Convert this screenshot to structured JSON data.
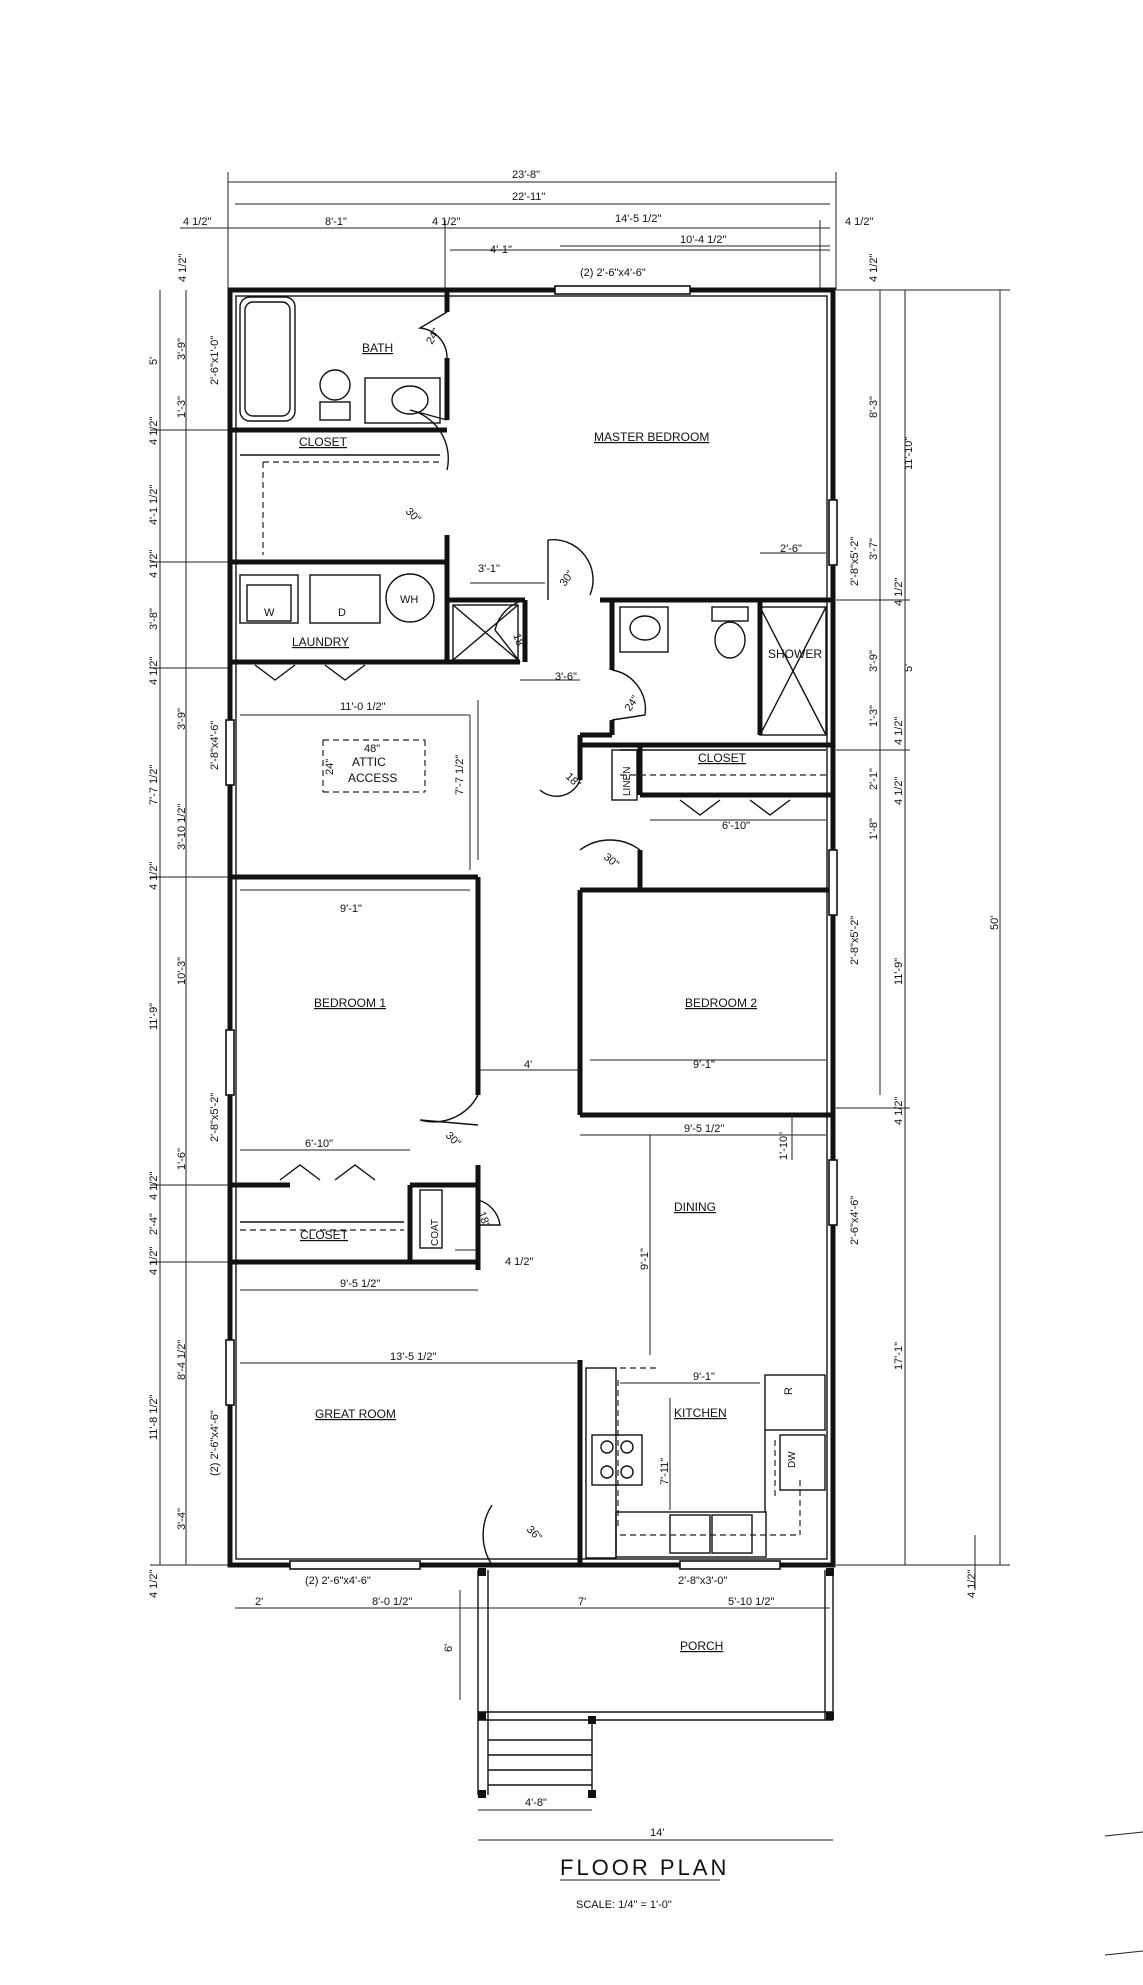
{
  "title": "FLOOR PLAN",
  "scale": "SCALE: 1/4\" = 1'-0\"",
  "rooms": {
    "bath": "BATH",
    "closet_top": "CLOSET",
    "master": "MASTER BEDROOM",
    "laundry": "LAUNDRY",
    "washer": "W",
    "dryer": "D",
    "water_heater": "WH",
    "shower": "SHOWER",
    "closet_mid": "CLOSET",
    "linen": "LINEN",
    "attic1": "ATTIC",
    "attic2": "ACCESS",
    "bedroom1": "BEDROOM 1",
    "bedroom2": "BEDROOM 2",
    "closet_low": "CLOSET",
    "coat": "COAT",
    "dining": "DINING",
    "kitchen": "KITCHEN",
    "great_room": "GREAT ROOM",
    "porch": "PORCH",
    "refrigerator": "R",
    "dishwasher": "DW"
  },
  "dims": {
    "d1": "23'-8\"",
    "d2": "22'-11\"",
    "d3": "4 1/2\"",
    "d4": "8'-1\"",
    "d5": "4 1/2\"",
    "d6": "14'-5 1/2\"",
    "d7": "4 1/2\"",
    "d8": "4'-1\"",
    "d9": "10'-4 1/2\"",
    "d10": "(2) 2'-6\"x4'-6\"",
    "d11": "4 1/2\"",
    "d12": "4 1/2\"",
    "d13": "5'",
    "d14": "3'-9\"",
    "d15": "2'-6\"x1'-0\"",
    "d16": "1'-3\"",
    "d17": "24\"",
    "d18": "4 1/2\"",
    "d19": "4'-1 1/2\"",
    "d20": "30\"",
    "d21": "4 1/2\"",
    "d22": "3'-8\"",
    "d23": "3'-1\"",
    "d24": "30\"",
    "d25": "18\"",
    "d26": "2'-6\"",
    "d27": "8'-3\"",
    "d28": "11'-10\"",
    "d29": "3'-7\"",
    "d30": "2'-8\"x5'-2\"",
    "d31": "4 1/2\"",
    "d32": "3'-9\"",
    "d33": "5'",
    "d34": "1'-3\"",
    "d35": "4 1/2\"",
    "d36": "3'-6\"",
    "d37": "24\"",
    "d38": "4 1/2\"",
    "d39": "11'-0 1/2\"",
    "d40": "3'-9\"",
    "d41": "2'-8\"x4'-6\"",
    "d42": "7'-7 1/2\"",
    "d43": "3'-10 1/2\"",
    "d44": "48\"",
    "d45": "24\"",
    "d46": "7'-7 1/2\"",
    "d47": "18\"",
    "d48": "2'-1\"",
    "d49": "4 1/2\"",
    "d50": "6'-10\"",
    "d51": "1'-8\"",
    "d52": "30\"",
    "d53": "4 1/2\"",
    "d54": "9'-1\"",
    "d55": "10'-3\"",
    "d56": "11'-9\"",
    "d57": "2'-8\"x5'-2\"",
    "d58": "2'-8\"x5'-2\"",
    "d59": "11'-9\"",
    "d60": "4'",
    "d61": "9'-1\"",
    "d62": "30\"",
    "d63": "6'-10\"",
    "d64": "1'-6\"",
    "d65": "4 1/2\"",
    "d66": "2'-4\"",
    "d67": "18\"",
    "d68": "4 1/2\"",
    "d69": "4 1/2\"",
    "d70": "1'-10\"",
    "d71": "9'-5 1/2\"",
    "d72": "2'-6\"x4'-6\"",
    "d73": "9'-5 1/2\"",
    "d74": "9'-1\"",
    "d75": "4 1/2\"",
    "d76": "50'",
    "d77": "13'-5 1/2\"",
    "d78": "8'-4 1/2\"",
    "d79": "11'-8 1/2\"",
    "d80": "(2) 2'-6\"x4'-6\"",
    "d81": "9'-1\"",
    "d82": "7'-11\"",
    "d83": "17'-1\"",
    "d84": "3'-4\"",
    "d85": "36\"",
    "d86": "4 1/2\"",
    "d87": "(2) 2'-6\"x4'-6\"",
    "d88": "2'-8\"x3'-0\"",
    "d89": "2'",
    "d90": "8'-0 1/2\"",
    "d91": "7'",
    "d92": "5'-10 1/2\"",
    "d93": "4 1/2\"",
    "d94": "6'",
    "d95": "4'-8\"",
    "d96": "14'"
  }
}
